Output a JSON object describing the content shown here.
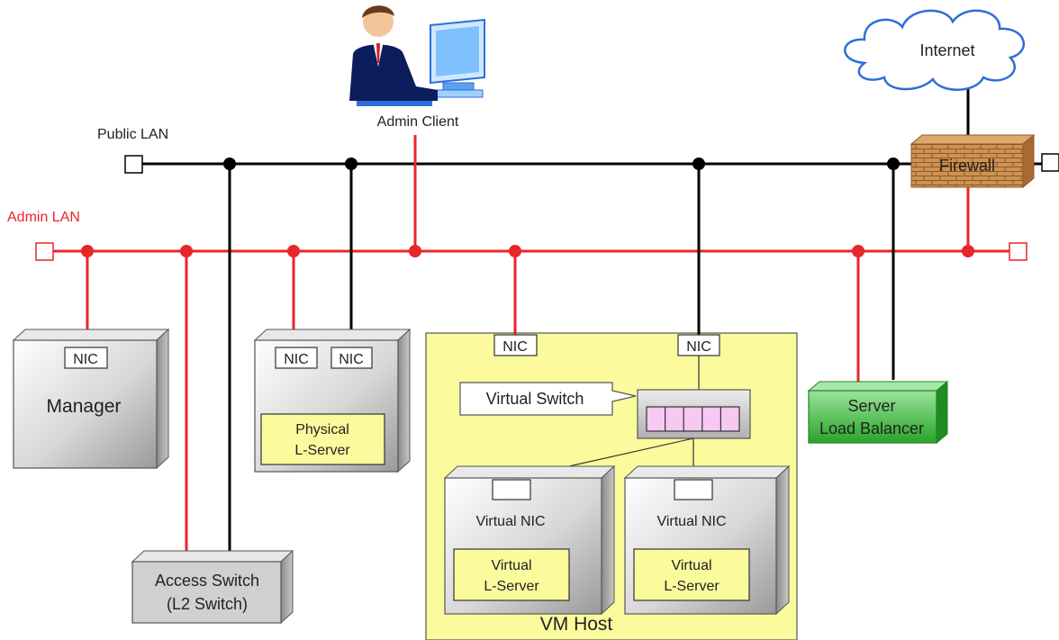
{
  "labels": {
    "public_lan": "Public LAN",
    "admin_lan": "Admin LAN",
    "internet": "Internet",
    "firewall": "Firewall",
    "admin_client": "Admin Client",
    "manager": "Manager",
    "nic": "NIC",
    "physical_l_server": [
      "Physical",
      "L-Server"
    ],
    "access_switch": [
      "Access Switch",
      "(L2 Switch)"
    ],
    "vm_host": "VM Host",
    "virtual_switch": "Virtual Switch",
    "virtual_nic": "Virtual NIC",
    "virtual_l_server": [
      "Virtual",
      "L-Server"
    ],
    "server_load_balancer": [
      "Server",
      "Load Balancer"
    ]
  },
  "colors": {
    "public_lan_line": "#000000",
    "admin_lan_line": "#e8262a",
    "admin_lan_label": "#e8262a",
    "vm_host_fill": "#fbfb9e",
    "l_server_fill": "#fbfb9e",
    "load_balancer_fill": "#3cb43c",
    "firewall_fill": "#c98a48",
    "switch_port_fill": "#f6c8f2",
    "server_face": "#d9d9d9"
  },
  "icons": [
    "person-at-computer-icon",
    "cloud-icon",
    "brick-wall-icon"
  ]
}
